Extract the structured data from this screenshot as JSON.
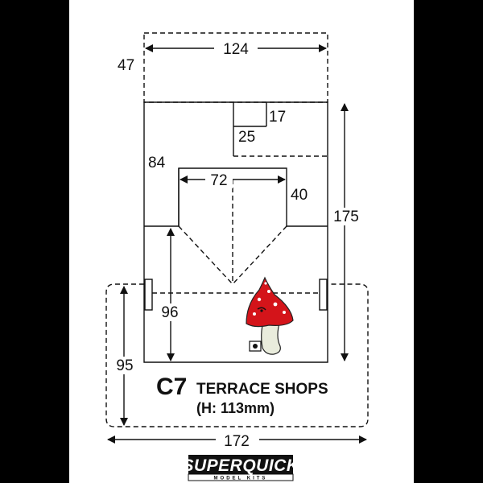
{
  "diagram": {
    "dimensions": {
      "top_width": "124",
      "top_depth": "47",
      "notch_small_w": "17",
      "notch_small_h": "25",
      "left_depth": "84",
      "inner_width": "72",
      "inner_depth": "40",
      "total_depth": "175",
      "lower_depth": "96",
      "base_depth": "95",
      "base_width": "172"
    },
    "title": {
      "code": "C7",
      "name": "TERRACE SHOPS",
      "height": "(H: 113mm)"
    },
    "logo": {
      "brand": "SUPERQUICK",
      "tagline": "MODEL KITS"
    },
    "colors": {
      "background": "#000000",
      "panel": "#ffffff",
      "line": "#111111",
      "mushroom_cap": "#d4141a",
      "mushroom_stem": "#e9ecdc"
    }
  }
}
